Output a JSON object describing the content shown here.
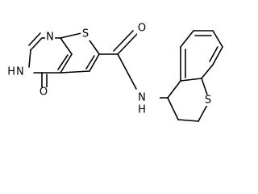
{
  "atoms": {
    "n1": "N",
    "nh3": "H",
    "nh3_n": "N",
    "o_carbonyl_ring": "O",
    "s_thiophene": "S",
    "o_amide": "O",
    "n_amide": "N",
    "nh_amide_h": "H",
    "s_thiochromane": "S"
  }
}
